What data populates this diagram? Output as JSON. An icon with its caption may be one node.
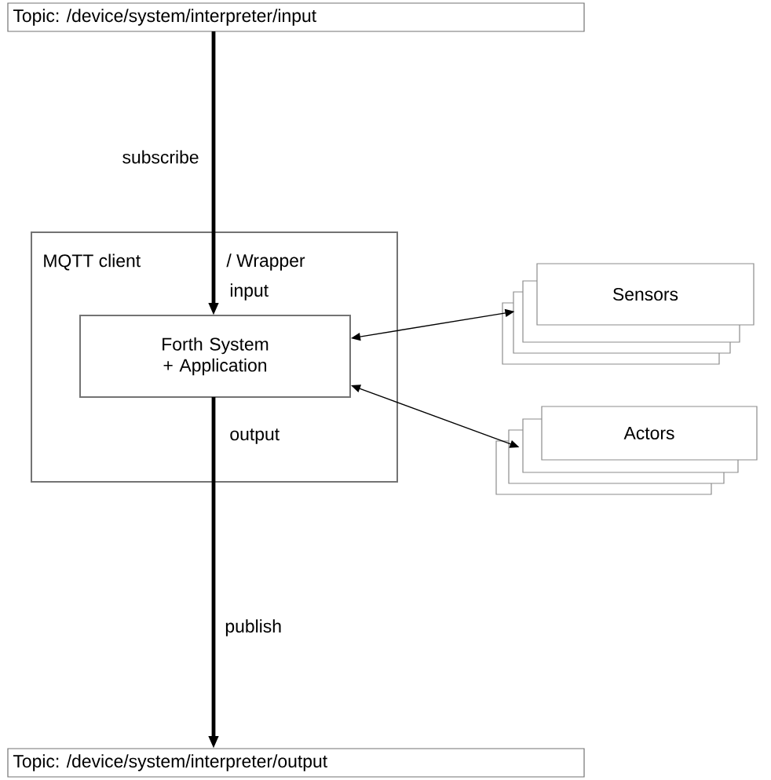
{
  "diagram": {
    "nodes": [
      {
        "text": [
          "Topic: /device/system/interpreter/input"
        ]
      },
      {
        "text": [
          "MQTT client",
          "/ Wrapper"
        ]
      },
      {
        "text": [
          "Forth System + Application"
        ],
        "in": 1
      },
      {
        "text": [
          "Sensors"
        ]
      },
      {
        "text": [
          "Actors"
        ]
      },
      {
        "text": [
          "Topic: /device/system/interpreter/output"
        ]
      }
    ],
    "edges": [
      {
        "from": 0,
        "to": 2,
        "arrow": "to",
        "label": "subscribe",
        "style": "thick"
      },
      {
        "from": 2,
        "to": 5,
        "arrow": "to",
        "label": "publish",
        "style": "thick"
      },
      {
        "from": 2,
        "to": 3,
        "arrow": "both"
      },
      {
        "from": 2,
        "to": 4,
        "arrow": "both"
      }
    ],
    "labels": [
      "input",
      "output"
    ]
  }
}
